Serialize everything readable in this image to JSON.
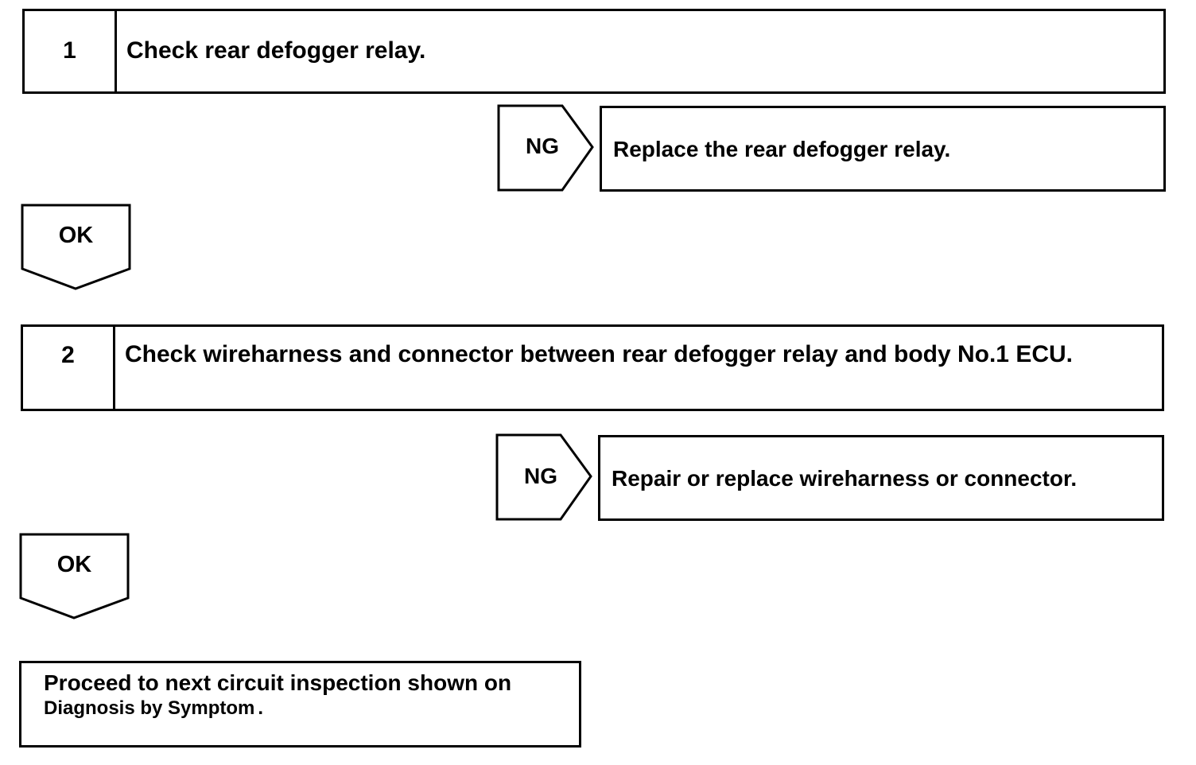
{
  "steps": [
    {
      "number": "1",
      "text": "Check rear defogger relay."
    },
    {
      "number": "2",
      "text": "Check wireharness and connector between rear defogger relay and body No.1 ECU."
    }
  ],
  "ng_branches": [
    {
      "label": "NG",
      "action": "Replace the rear defogger relay."
    },
    {
      "label": "NG",
      "action": "Repair or replace wireharness or connector."
    }
  ],
  "ok_branches": [
    {
      "label": "OK"
    },
    {
      "label": "OK"
    }
  ],
  "final": {
    "text": "Proceed to next circuit inspection shown on",
    "link_text": "Diagnosis by Symptom",
    "suffix": "."
  }
}
